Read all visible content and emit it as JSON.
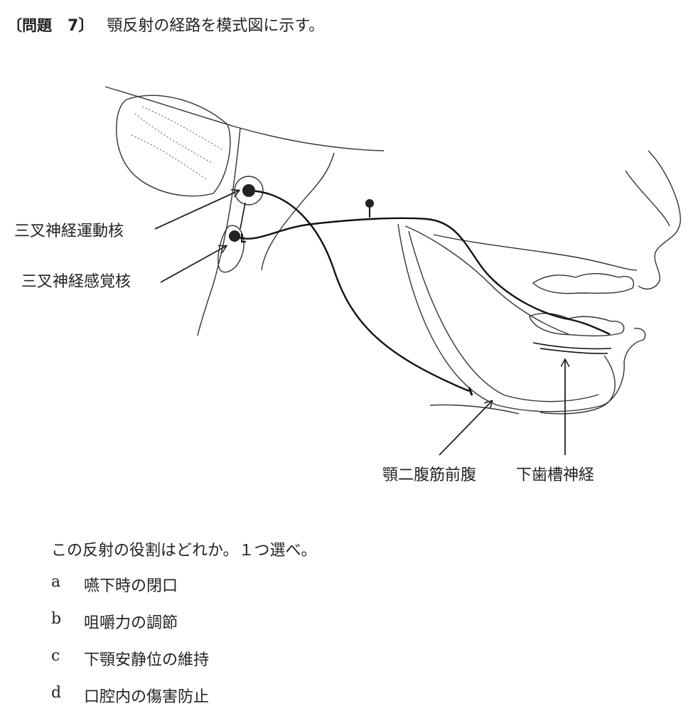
{
  "question": {
    "label": "〔問題",
    "number": "7〕",
    "title": "顎反射の経路を模式図に示す。"
  },
  "figure": {
    "labels": {
      "motor_nucleus": "三叉神経運動核",
      "sensory_nucleus": "三叉神経感覚核",
      "digastric": "顎二腹筋前腹",
      "alveolar_nerve": "下歯槽神経"
    }
  },
  "prompt": "この反射の役割はどれか。１つ選べ。",
  "choices": [
    {
      "letter": "a",
      "text": "嚥下時の閉口"
    },
    {
      "letter": "b",
      "text": "咀嚼力の調節"
    },
    {
      "letter": "c",
      "text": "下顎安静位の維持"
    },
    {
      "letter": "d",
      "text": "口腔内の傷害防止"
    }
  ]
}
